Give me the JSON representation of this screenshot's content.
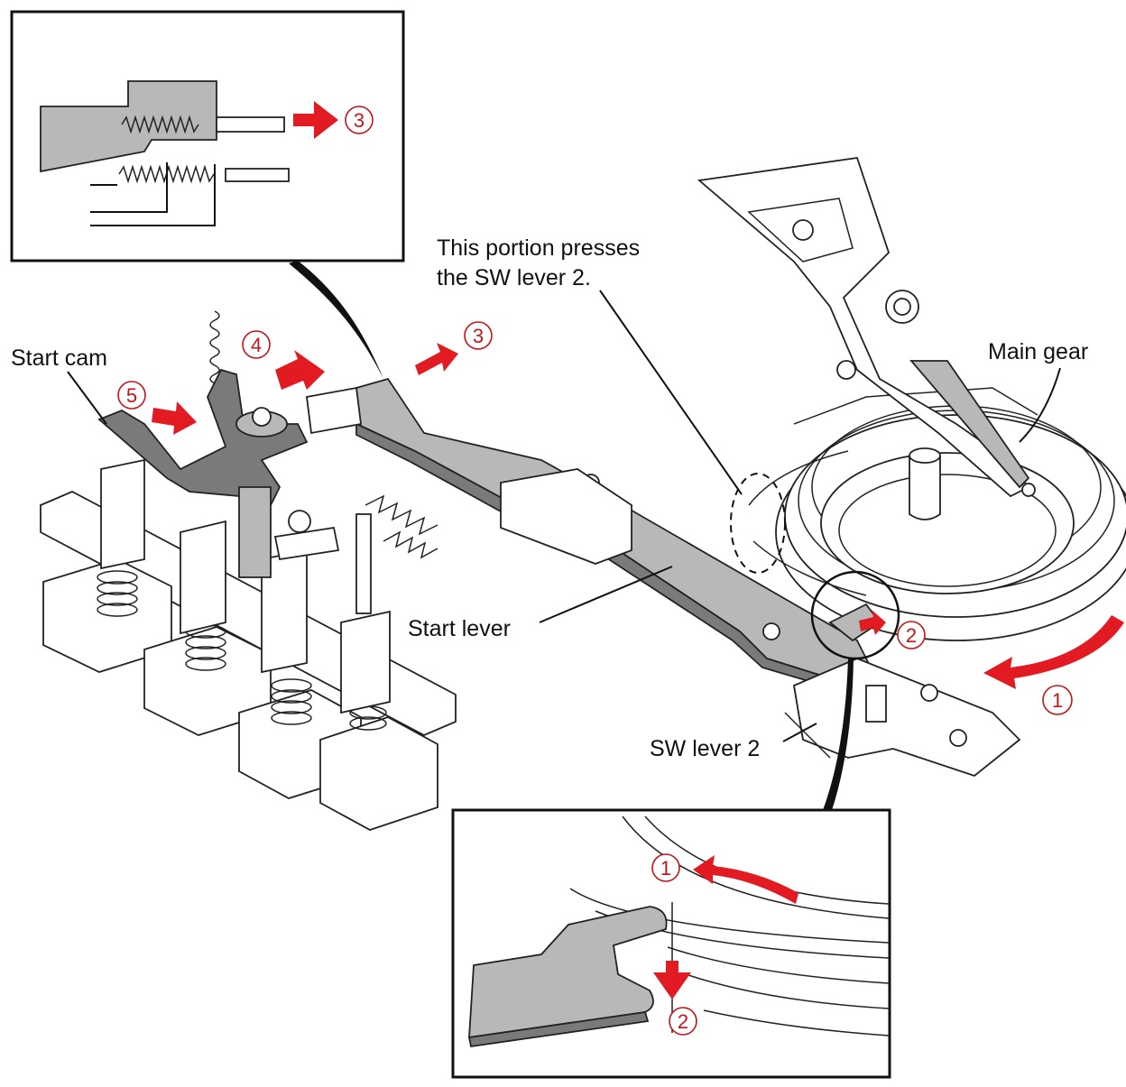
{
  "labels": {
    "start_cam": "Start cam",
    "main_gear": "Main gear",
    "start_lever": "Start lever",
    "sw_lever_2": "SW lever 2",
    "portion_line1": "This portion presses",
    "portion_line2": "the SW lever 2."
  },
  "step_numbers": {
    "inset_top": "3",
    "lever_push": "3",
    "cam_rotate": "4",
    "cam_push": "5",
    "sw_press": "2",
    "gear_rotate": "1",
    "inset_bottom_rotate": "1",
    "inset_bottom_press": "2"
  },
  "colors": {
    "arrow": "#e21b22",
    "lever": "#b8b8b8",
    "ink": "#111111"
  }
}
